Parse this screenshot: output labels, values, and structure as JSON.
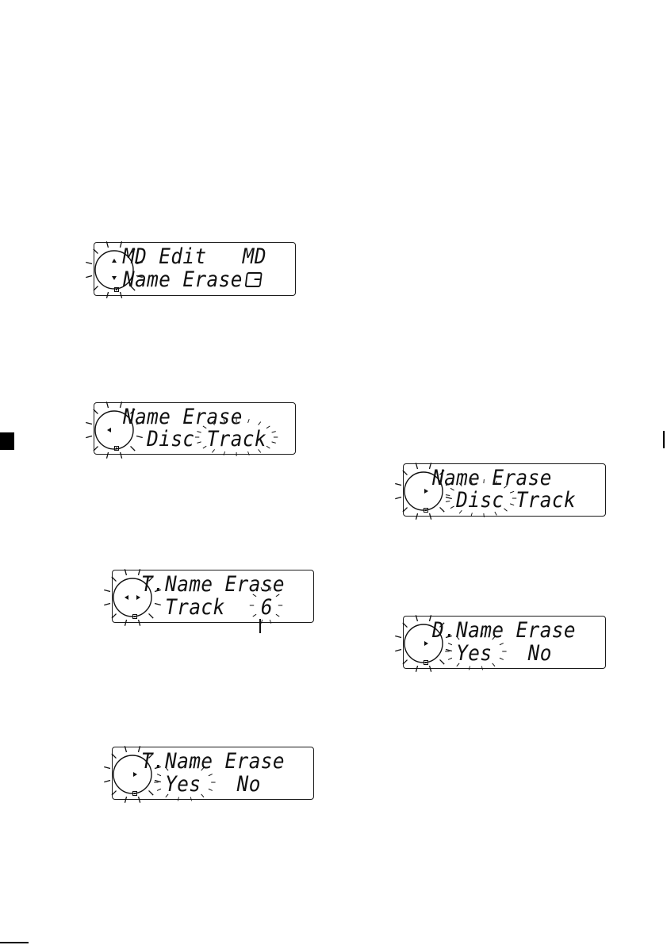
{
  "displays": {
    "d1": {
      "line1": "MD Edit   MD",
      "line2": "Name Erase",
      "controls": "up-down"
    },
    "d2": {
      "line1": "Name Erase",
      "line2_a": "Disc",
      "line2_b": "Track",
      "controls": "left"
    },
    "d3": {
      "line1": "T.Name Erase",
      "line2_a": "Track",
      "line2_b": "6",
      "controls": "left-right"
    },
    "d4": {
      "line1": "T.Name Erase",
      "line2_a": "Yes",
      "line2_b": "No",
      "controls": "right"
    },
    "d5": {
      "line1": "Name Erase",
      "line2_a": "Disc",
      "line2_b": "Track",
      "controls": "right"
    },
    "d6": {
      "line1": "D.Name Erase",
      "line2_a": "Yes",
      "line2_b": "No",
      "controls": "right"
    }
  },
  "icons": {
    "md_disc": "md-disc-icon",
    "knob": "control-dial-icon"
  },
  "colors": {
    "ink": "#111111",
    "paper": "#ffffff"
  }
}
